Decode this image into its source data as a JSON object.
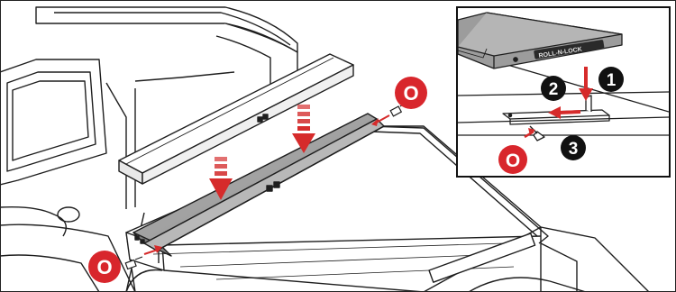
{
  "colors": {
    "line": "#1e1e1e",
    "panel_fill": "#9a9a9a",
    "arrow_red": "#d62b2b",
    "circle_red": "#d8262c",
    "badge_black": "#111111",
    "inset_bg": "#ffffff"
  },
  "callouts": {
    "main_top": "O",
    "main_bottom": "O",
    "inset": "O"
  },
  "steps": [
    "1",
    "2",
    "3"
  ],
  "inset": {
    "rail_label": "ROLL-N-LOCK"
  }
}
